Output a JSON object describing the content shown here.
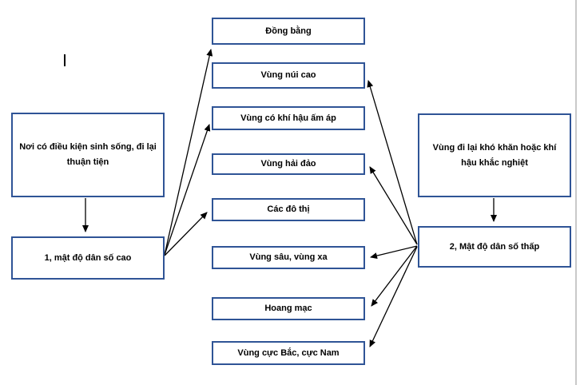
{
  "diagram": {
    "left": {
      "condition": "Nơi có điều kiện sinh sống, đi lại thuận tiện",
      "result": "1, mật độ dân số cao"
    },
    "right": {
      "condition": "Vùng đi lại khó khăn hoặc khí hậu khắc nghiệt",
      "result": "2, Mật độ dân số thấp"
    },
    "middle": {
      "items": [
        {
          "label": "Đồng bằng"
        },
        {
          "label": "Vùng núi cao"
        },
        {
          "label": "Vùng có khí hậu ấm áp"
        },
        {
          "label": "Vùng hải đảo"
        },
        {
          "label": "Các đô thị"
        },
        {
          "label": "Vùng sâu, vùng xa"
        },
        {
          "label": "Hoang mạc"
        },
        {
          "label": "Vùng cực Bắc, cực Nam"
        }
      ]
    },
    "connections": [
      {
        "from": "Nơi có điều kiện sinh sống, đi lại thuận tiện",
        "to": "1, mật độ dân số cao"
      },
      {
        "from": "Vùng đi lại khó khăn hoặc khí hậu khắc nghiệt",
        "to": "2, Mật độ dân số thấp"
      },
      {
        "from": "1, mật độ dân số cao",
        "to": "Đồng bằng"
      },
      {
        "from": "1, mật độ dân số cao",
        "to": "Vùng có khí hậu ấm áp"
      },
      {
        "from": "1, mật độ dân số cao",
        "to": "Các đô thị"
      },
      {
        "from": "2, Mật độ dân số thấp",
        "to": "Vùng núi cao"
      },
      {
        "from": "2, Mật độ dân số thấp",
        "to": "Vùng hải đảo"
      },
      {
        "from": "2, Mật độ dân số thấp",
        "to": "Vùng sâu, vùng xa"
      },
      {
        "from": "2, Mật độ dân số thấp",
        "to": "Hoang mạc"
      },
      {
        "from": "2, Mật độ dân số thấp",
        "to": "Vùng cực Bắc, cực Nam"
      }
    ],
    "colors": {
      "box_border": "#2F5496",
      "arrow": "#000000",
      "text": "#000000",
      "page_edge": "#c9c9c9",
      "background": "#ffffff"
    }
  }
}
